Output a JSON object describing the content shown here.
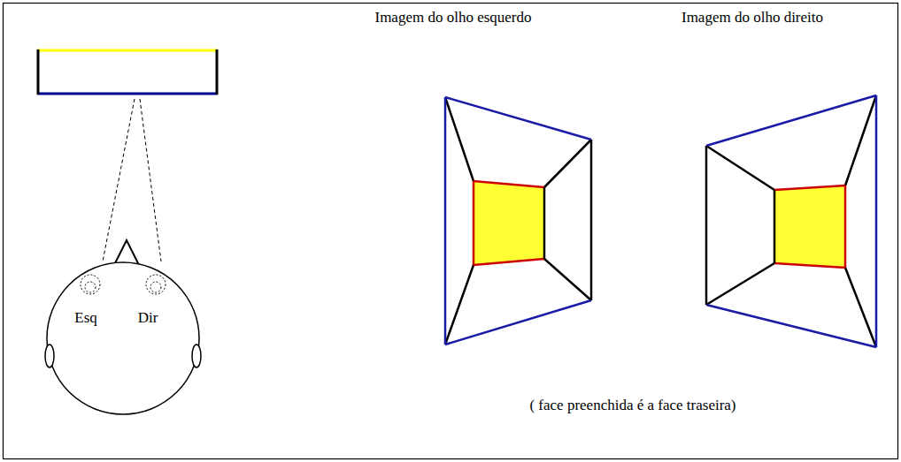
{
  "diagram": {
    "labels": [
      "Imagem do olho esquerdo",
      "Imagem do olho direito",
      "Esq",
      "Dir",
      "( face preenchida é a face traseira)"
    ]
  }
}
